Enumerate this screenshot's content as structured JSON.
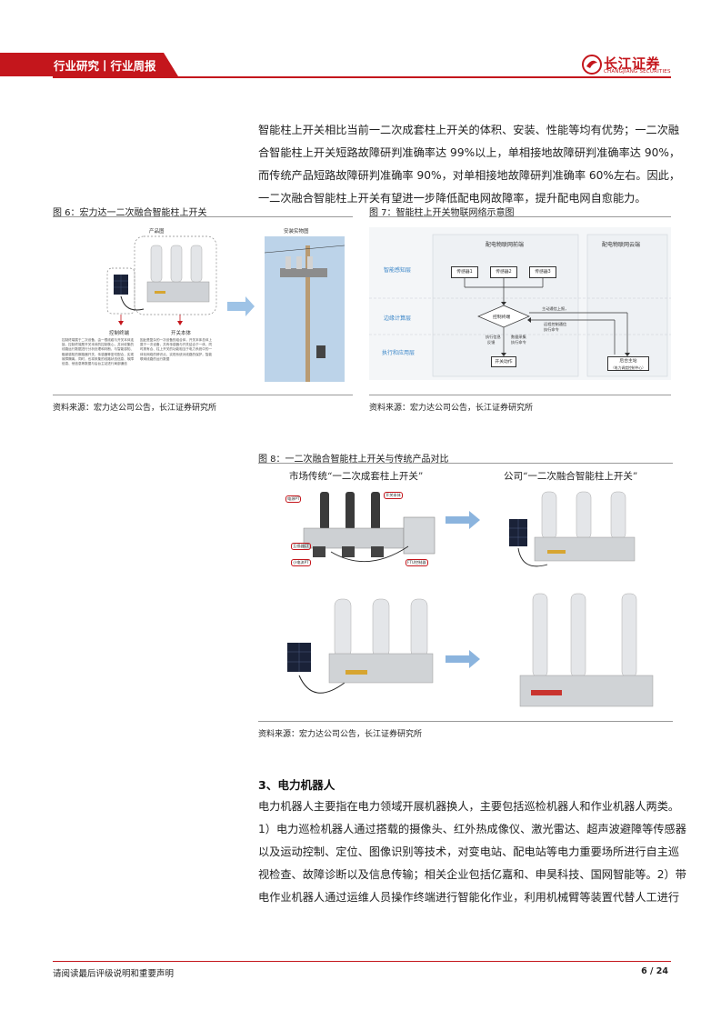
{
  "header": {
    "tab_label": "行业研究丨行业周报",
    "logo_cn": "长江证券",
    "logo_en": "CHANGJIANG SECURITIES",
    "accent_color": "#c4161c"
  },
  "paragraph1": {
    "lines": [
      "智能柱上开关相比当前一二次成套柱上开关的体积、安装、性能等均有优势；一二次融",
      "合智能柱上开关短路故障研判准确率达 99%以上，单相接地故障研判准确率达 90%，",
      "而传统产品短路故障研判准确率 90%，对单相接地故障研判准确率 60%左右。因此，",
      "一二次融合智能柱上开关有望进一步降低配电网故障率，提升配电网自愈能力。"
    ]
  },
  "figure6": {
    "title": "图 6：宏力达一二次融合智能柱上开关",
    "label_product": "产品图",
    "label_install": "安装实物图",
    "label_control": "控制终端",
    "label_switch": "开关本体",
    "desc_control": "控制终端属于二次设备，由一根线缆与开关本体连接，控制终端是开关本体的控制核心，并对收集的线路运行数据进行分析处理和判断，与智能感知、融被感知的断路器开关、传感器等密切配合，实现故障隔离。同时，也将采集的线路状态信息、故障信息、他信息等数据与后台主站进行局部通信",
    "desc_switch": "因此是复杂的一次设备的组合体，开关本体总体上属于一次设备，共有传感器与开关结合于一体，同时具有合、柱上开关的功能相当于电力系统中的一体化网络的辨识点，实现系统对线路的保护。智能联网线路的运行数据",
    "source": "资料来源：宏力达公司公告，长江证券研究所"
  },
  "figure7": {
    "title": "图 7：智能柱上开关物联网络示意图",
    "header_front": "配电物联网前端",
    "header_cloud": "配电物联网云端",
    "layer_sense": "智能感知层",
    "layer_edge": "边缘计算层",
    "layer_app": "执行和应用层",
    "sensor1": "传感器1",
    "sensor2": "传感器2",
    "sensor3": "传感器3",
    "control_terminal": "控制终端",
    "switch_action": "开关动作",
    "master_station": "后台主站",
    "master_station_sub": "（电力调度控制中心）",
    "note_report": "主动通信上报，",
    "note_exec_info": "执行信息",
    "note_feedback": "反馈",
    "note_exec_cmd": "执行命令",
    "note_remote": "远程控制通信",
    "note_remote_cmd": "执行命令",
    "note_status": "数据采集",
    "source": "资料来源：宏力达公司公告，长江证券研究所"
  },
  "figure8": {
    "title": "图 8：一二次融合智能柱上开关与传统产品对比",
    "caption_left": "市场传统“一二次成套柱上开关”",
    "caption_right": "公司“一二次融合智能柱上开关”",
    "tag_ct": "电源PT",
    "tag_switch": "开关本体",
    "tag_ct2": "互感器CT",
    "tag_ct3": "小电流PT",
    "tag_ftu": "FTU控制器",
    "source": "资料来源：宏力达公司公告，长江证券研究所"
  },
  "section3": {
    "title": "3、电力机器人"
  },
  "paragraph2": {
    "lines": [
      "电力机器人主要指在电力领域开展机器换人，主要包括巡检机器人和作业机器人两类。",
      "1）电力巡检机器人通过搭载的摄像头、红外热成像仪、激光雷达、超声波避障等传感器",
      "以及运动控制、定位、图像识别等技术，对变电站、配电站等电力重要场所进行自主巡",
      "视检查、故障诊断以及信息传输；相关企业包括亿嘉和、申昊科技、国网智能等。2）带",
      "电作业机器人通过运维人员操作终端进行智能化作业，利用机械臂等装置代替人工进行"
    ]
  },
  "footer": {
    "disclaimer": "请阅读最后评级说明和重要声明",
    "page": "6 / 24"
  }
}
